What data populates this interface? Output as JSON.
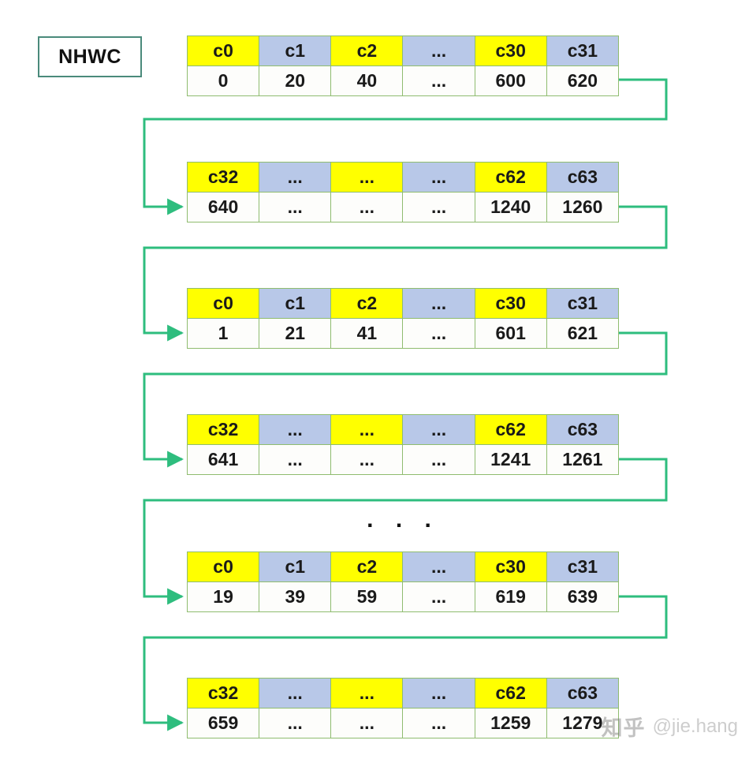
{
  "diagram": {
    "title_label": "NHWC",
    "group_separator": ". . .",
    "palette": {
      "yellow": "#FFFF00",
      "blue": "#B8C8E8",
      "cell_border": "#8FBC6F",
      "arrow": "#2EBD7E",
      "label_border": "#4A8A7B",
      "background": "#FFFFFF"
    },
    "rows": [
      {
        "id": "row-1",
        "headers": [
          "c0",
          "c1",
          "c2",
          "...",
          "c30",
          "c31"
        ],
        "header_fills": [
          "yellow",
          "blue",
          "yellow",
          "blue",
          "yellow",
          "blue"
        ],
        "values": [
          "0",
          "20",
          "40",
          "...",
          "600",
          "620"
        ]
      },
      {
        "id": "row-2",
        "headers": [
          "c32",
          "...",
          "...",
          "...",
          "c62",
          "c63"
        ],
        "header_fills": [
          "yellow",
          "blue",
          "yellow",
          "blue",
          "yellow",
          "blue"
        ],
        "values": [
          "640",
          "...",
          "...",
          "...",
          "1240",
          "1260"
        ]
      },
      {
        "id": "row-3",
        "headers": [
          "c0",
          "c1",
          "c2",
          "...",
          "c30",
          "c31"
        ],
        "header_fills": [
          "yellow",
          "blue",
          "yellow",
          "blue",
          "yellow",
          "blue"
        ],
        "values": [
          "1",
          "21",
          "41",
          "...",
          "601",
          "621"
        ]
      },
      {
        "id": "row-4",
        "headers": [
          "c32",
          "...",
          "...",
          "...",
          "c62",
          "c63"
        ],
        "header_fills": [
          "yellow",
          "blue",
          "yellow",
          "blue",
          "yellow",
          "blue"
        ],
        "values": [
          "641",
          "...",
          "...",
          "...",
          "1241",
          "1261"
        ]
      },
      {
        "id": "row-5",
        "headers": [
          "c0",
          "c1",
          "c2",
          "...",
          "c30",
          "c31"
        ],
        "header_fills": [
          "yellow",
          "blue",
          "yellow",
          "blue",
          "yellow",
          "blue"
        ],
        "values": [
          "19",
          "39",
          "59",
          "...",
          "619",
          "639"
        ]
      },
      {
        "id": "row-6",
        "headers": [
          "c32",
          "...",
          "...",
          "...",
          "c62",
          "c63"
        ],
        "header_fills": [
          "yellow",
          "blue",
          "yellow",
          "blue",
          "yellow",
          "blue"
        ],
        "values": [
          "659",
          "...",
          "...",
          "...",
          "1259",
          "1279"
        ]
      }
    ]
  },
  "watermark": {
    "logo": "知乎",
    "handle": "@jie.hang"
  }
}
